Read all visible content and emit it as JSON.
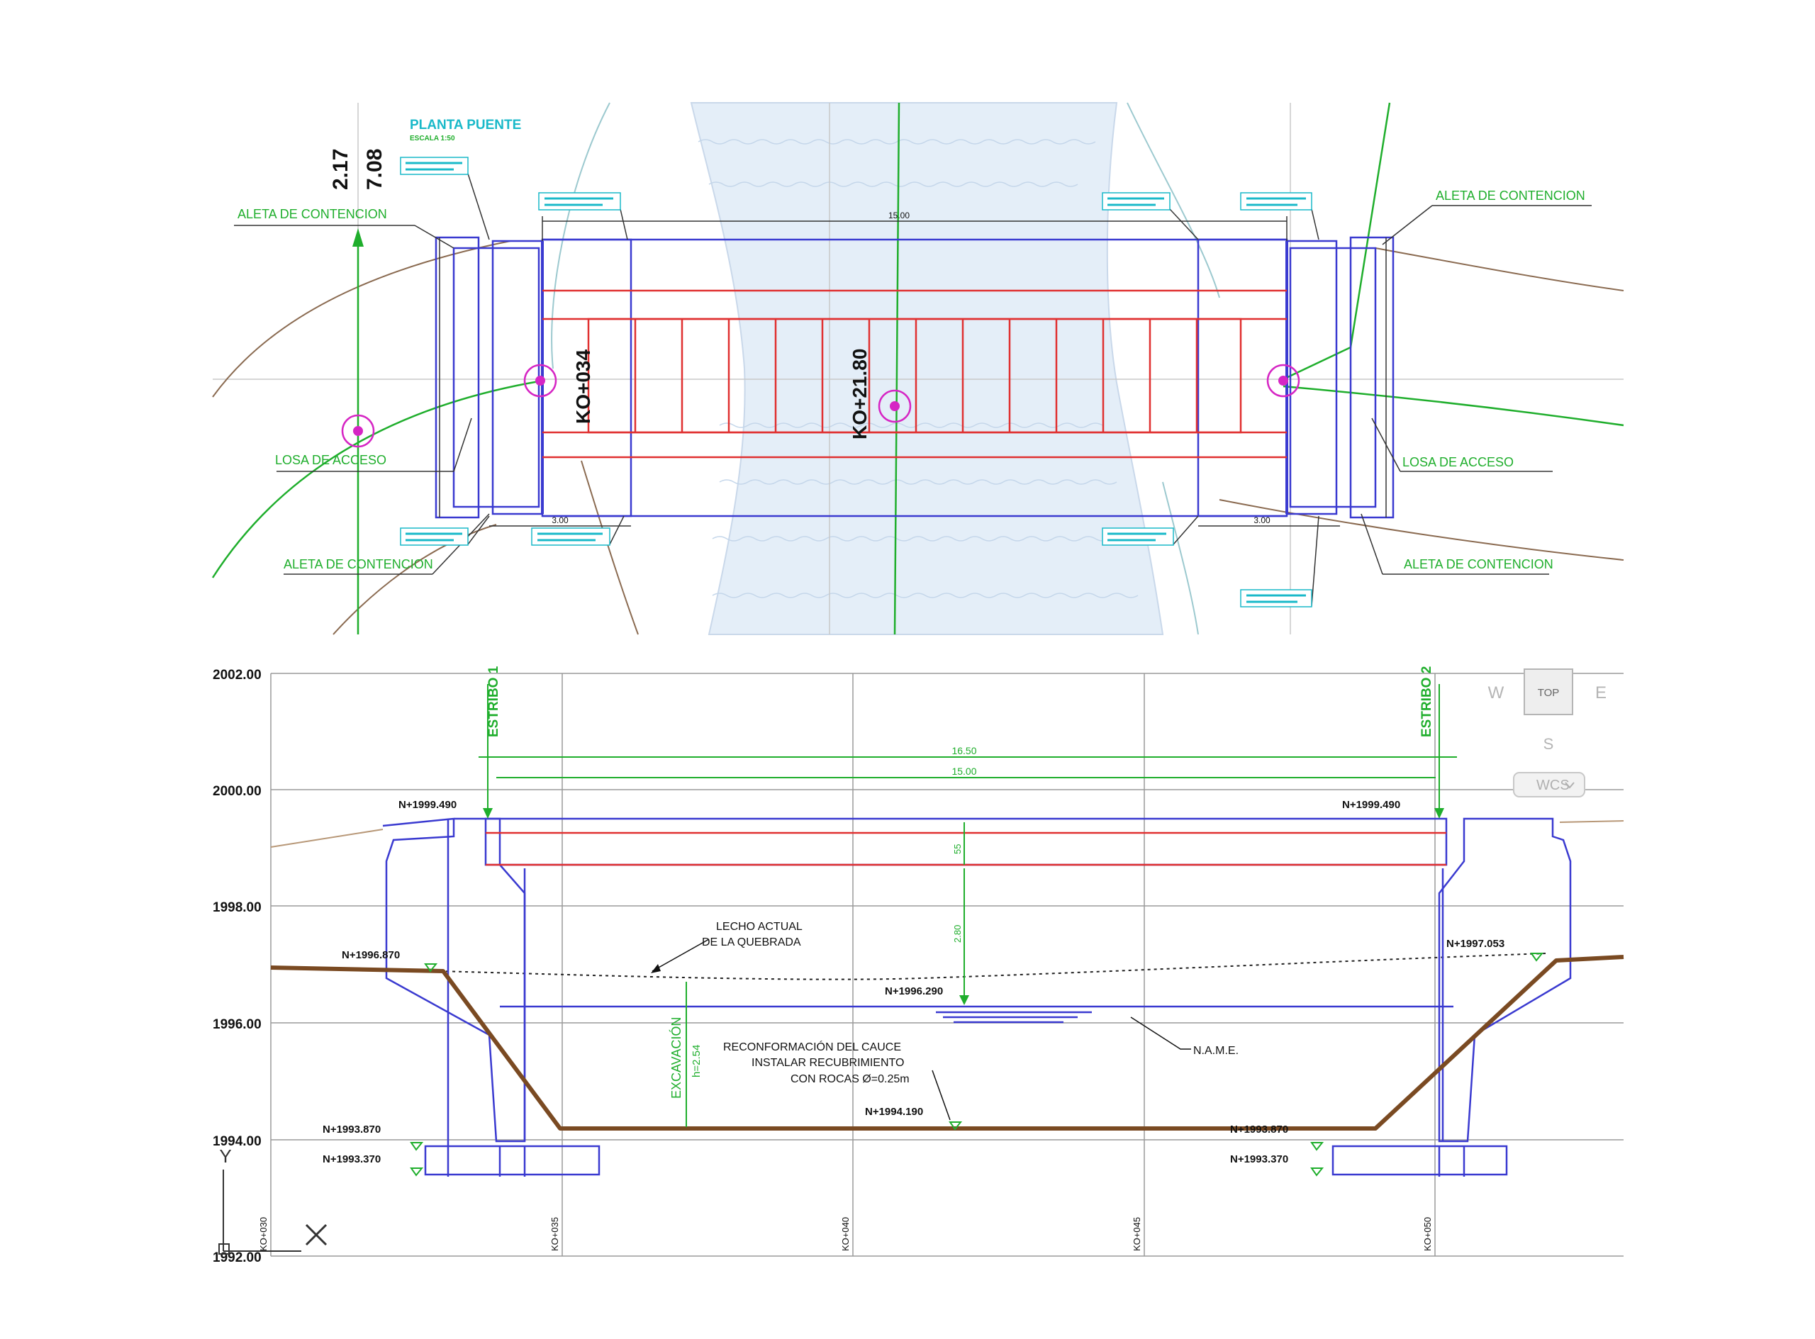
{
  "plan": {
    "title": "PLANTA PUENTE",
    "scale": "ESCALA 1:50",
    "dim_a": "2.17",
    "dim_b": "7.08",
    "wing_tl": "ALETA DE CONTENCION",
    "wing_tr": "ALETA DE CONTENCION",
    "wing_bl": "ALETA DE CONTENCION",
    "wing_br": "ALETA DE CONTENCION",
    "slab_l": "LOSA DE ACCESO",
    "slab_r": "LOSA DE ACCESO",
    "station_a": "KO+034",
    "station_b": "KO+21.80",
    "span": "15.00",
    "width_l": "3.00",
    "width_r": "3.00"
  },
  "profile": {
    "y_axis": [
      "2002.00",
      "2000.00",
      "1998.00",
      "1996.00",
      "1994.00",
      "1992.00"
    ],
    "x_stations": [
      "KO+030",
      "KO+035",
      "KO+040",
      "KO+045",
      "KO+050"
    ],
    "abut_1": "ESTRIBO 1",
    "abut_2": "ESTRIBO 2",
    "span_total": "16.50",
    "span_inner": "15.00",
    "deck_depth": "55",
    "clearance": "2.80",
    "lev_deck_l": "N+1999.490",
    "lev_deck_r": "N+1999.490",
    "lev_bank_l": "N+1996.870",
    "lev_bank_r": "N+1997.053",
    "lev_water": "N+1996.290",
    "lev_bed": "N+1994.190",
    "lev_found_l1": "N+1993.870",
    "lev_found_l2": "N+1993.370",
    "lev_found_r1": "N+1993.870",
    "lev_found_r2": "N+1993.370",
    "lecho_1": "LECHO ACTUAL",
    "lecho_2": "DE LA QUEBRADA",
    "name": "N.A.M.E.",
    "rec_1": "RECONFORMACIÓN DEL CAUCE",
    "rec_2": "INSTALAR RECUBRIMIENTO",
    "rec_3": "CON ROCAS Ø=0.25m",
    "exc_1": "EXCAVACIÓN",
    "exc_2": "h=2.54"
  },
  "viewcube": {
    "top": "TOP",
    "w": "W",
    "e": "E",
    "s": "S",
    "wcs": "WCS"
  },
  "ucs": {
    "y": "Y"
  },
  "colors": {
    "green": "#1fae2c",
    "cyan": "#19b9c9",
    "blue": "#3a3ad0",
    "red": "#e03030",
    "brown": "#7a4a22",
    "magenta": "#d626c4",
    "grid": "#9a9a9a"
  }
}
